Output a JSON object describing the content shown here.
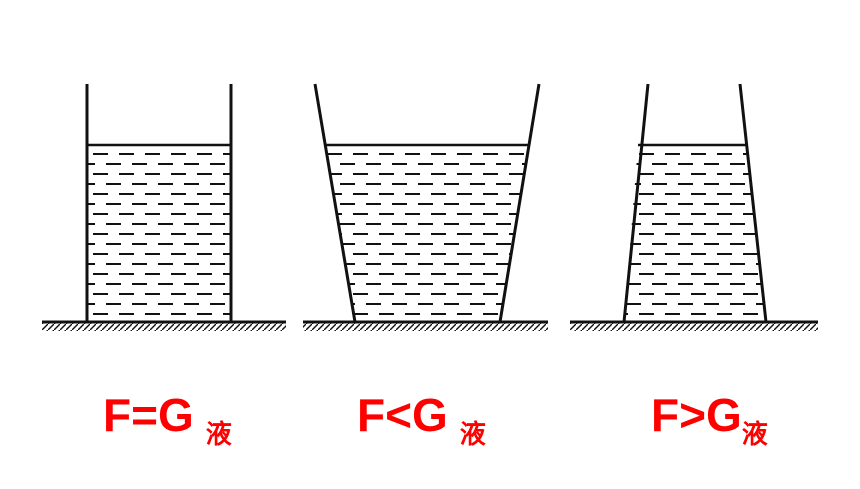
{
  "colors": {
    "stroke": "#111111",
    "label": "#ff0000",
    "background": "#ffffff"
  },
  "labels": [
    {
      "main": "F=G",
      "sub": "液"
    },
    {
      "main": "F<G",
      "sub": "液"
    },
    {
      "main": "F>G",
      "sub": "液"
    }
  ]
}
